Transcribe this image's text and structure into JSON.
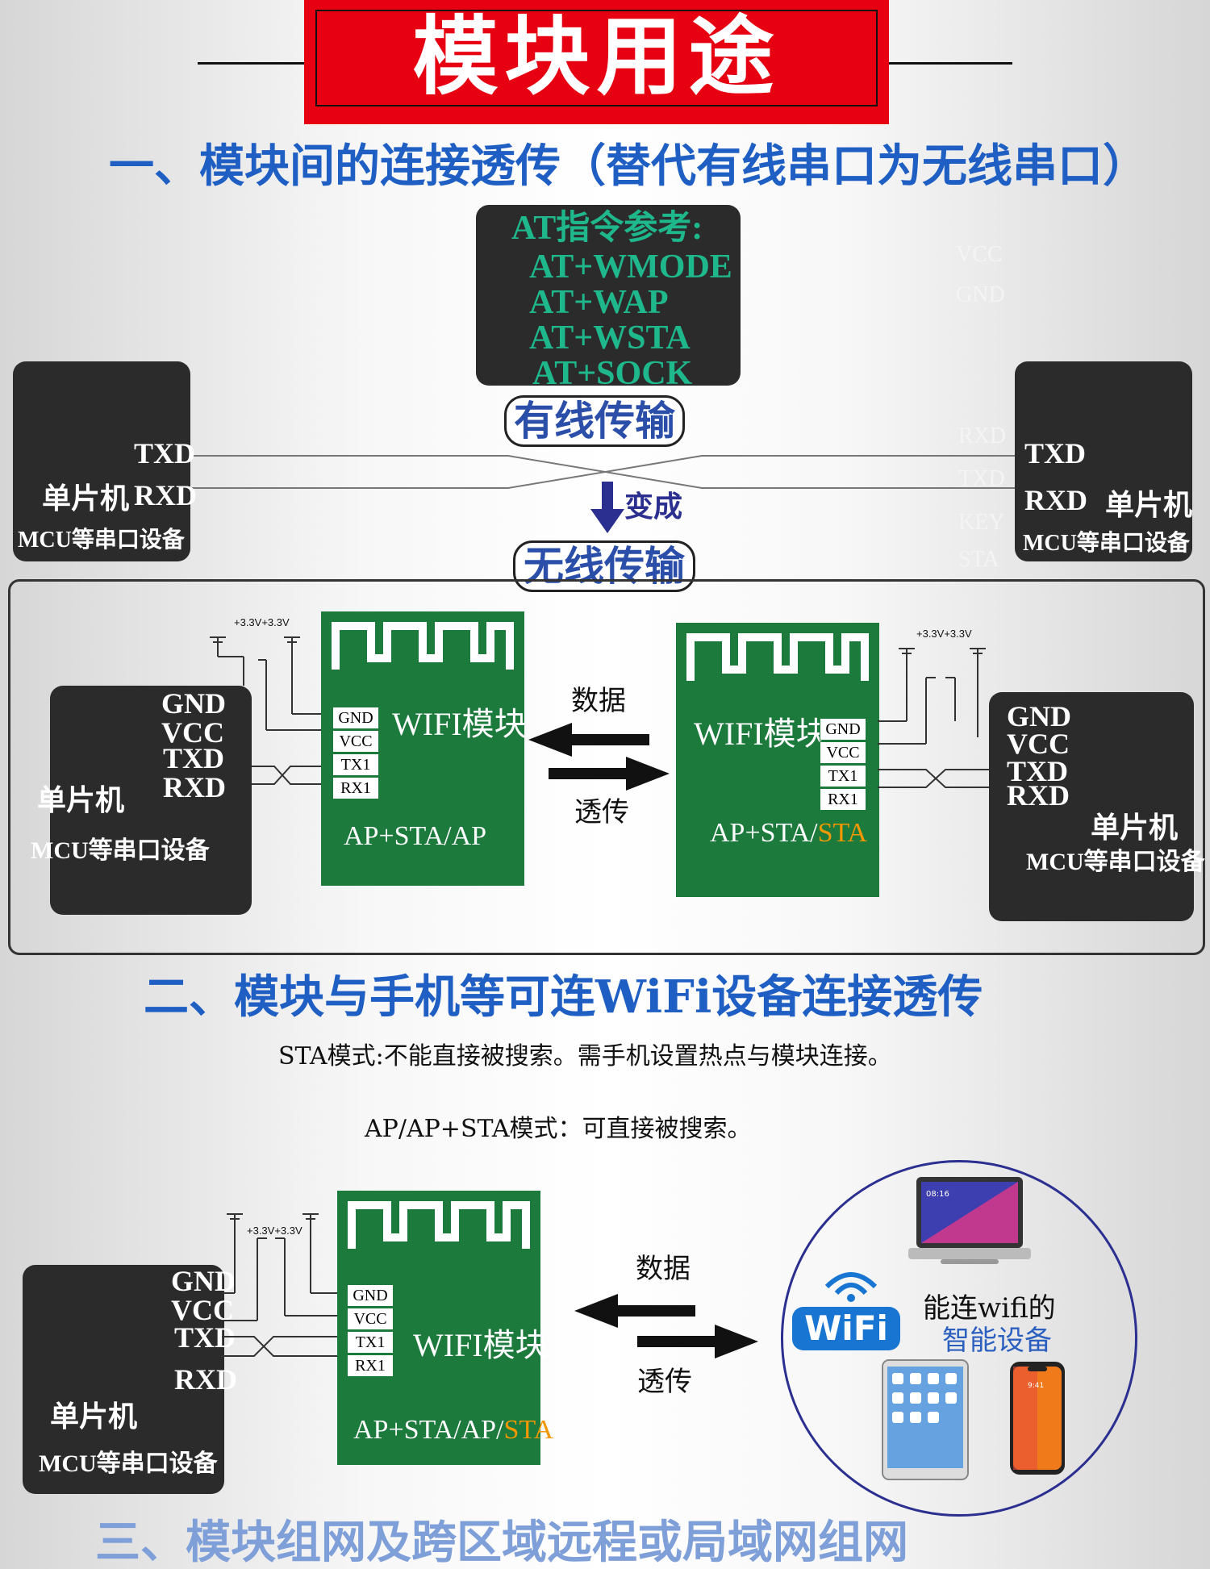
{
  "banner": {
    "title": "模块用途"
  },
  "section1": {
    "heading": "一、模块间的连接透传（替代有线串口为无线串口）",
    "at_box": {
      "title": "AT指令参考:",
      "commands": [
        "AT+WMODE",
        "AT+WAP",
        "AT+WSTA",
        "AT+SOCK"
      ]
    },
    "wired_label": "有线传输",
    "becomes_label": "变成",
    "wireless_label": "无线传输",
    "left_device": {
      "txd": "TXD",
      "rxd": "RXD",
      "name": "单片机",
      "sub": "MCU等串口设备"
    },
    "right_device": {
      "txd": "TXD",
      "rxd": "RXD",
      "name": "单片机",
      "sub": "MCU等串口设备"
    },
    "ghost_pins": [
      "VCC",
      "GND",
      "RXD",
      "TXD",
      "KEY",
      "STA"
    ],
    "left_mcu": {
      "pins": [
        "GND",
        "VCC",
        "TXD",
        "RXD"
      ],
      "name": "单片机",
      "sub": "MCU等串口设备"
    },
    "right_mcu": {
      "pins": [
        "GND",
        "VCC",
        "TXD",
        "RXD"
      ],
      "name": "单片机",
      "sub": "MCU等串口设备"
    },
    "module_left": {
      "title": "WIFI模块",
      "pins": [
        "GND",
        "VCC",
        "TX1",
        "RX1"
      ],
      "mode": "AP+STA/AP"
    },
    "module_right": {
      "title": "WIFI模块",
      "pins": [
        "GND",
        "VCC",
        "TX1",
        "RX1"
      ],
      "mode_prefix": "AP+STA/",
      "mode_accent": "STA"
    },
    "data_label": "数据",
    "passthrough_label": "透传",
    "voltage_label": "+3.3V+3.3V"
  },
  "section2": {
    "heading": "二、模块与手机等可连WiFi设备连接透传",
    "sta_note": "STA模式:不能直接被搜索。需手机设置热点与模块连接。",
    "ap_note": "AP/AP+STA模式：可直接被搜索。",
    "mcu": {
      "pins": [
        "GND",
        "VCC",
        "TXD",
        "RXD"
      ],
      "name": "单片机",
      "sub": "MCU等串口设备"
    },
    "module": {
      "title": "WIFI模块",
      "pins": [
        "GND",
        "VCC",
        "TX1",
        "RX1"
      ],
      "mode_prefix": "AP+STA/AP/",
      "mode_accent": "STA"
    },
    "data_label": "数据",
    "passthrough_label": "透传",
    "voltage_label": "+3.3V+3.3V",
    "wifi_badge": "WiFi",
    "wifi_text_1": "能连wifi的",
    "wifi_text_2": "智能设备",
    "laptop_time": "08:16",
    "phone_time": "9:41"
  },
  "section3": {
    "heading": "三、模块组网及跨区域远程或局域网组网"
  },
  "colors": {
    "banner_red": "#e60012",
    "heading_blue": "#1f5fc4",
    "module_green": "#1c7a3c",
    "accent_orange": "#f39800",
    "at_text_green": "#1fb78c"
  }
}
